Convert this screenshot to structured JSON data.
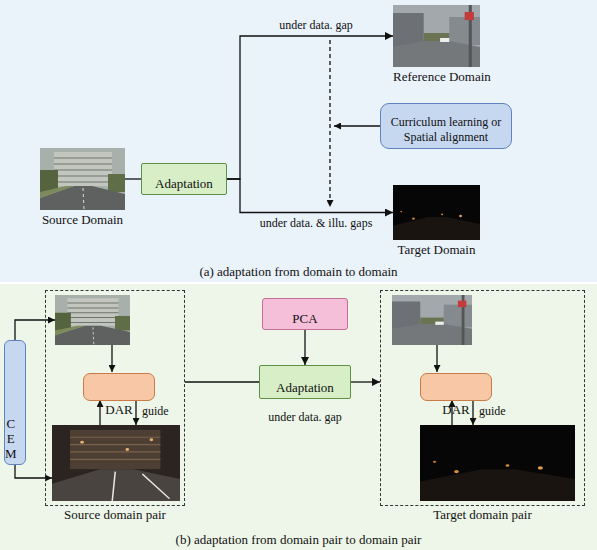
{
  "diagram": {
    "nodes": [
      {
        "text": [
          "(a) adaptation from domain to domain"
        ]
      },
      {
        "text": [
          "Source Domain"
        ],
        "in": 0
      },
      {
        "text": [
          "Adaptation"
        ],
        "in": 0
      },
      {
        "text": [
          "Reference Domain"
        ],
        "in": 0
      },
      {
        "text": [
          "Curriculum learning or Spatial alignment"
        ],
        "in": 0
      },
      {
        "text": [
          "Target Domain"
        ],
        "in": 0
      },
      {
        "text": [
          "(b) adaptation from domain pair to domain pair"
        ]
      },
      {
        "text": [
          "C E M"
        ],
        "in": 6
      },
      {
        "text": [
          "Source domain pair"
        ],
        "in": 6
      },
      {
        "text": [
          "DAR"
        ],
        "in": 8
      },
      {
        "text": [
          "PCA"
        ],
        "in": 6
      },
      {
        "text": [
          "Adaptation"
        ],
        "in": 6
      },
      {
        "text": [
          "Target domain pair"
        ],
        "in": 6
      },
      {
        "text": [
          "DAR"
        ],
        "in": 12
      }
    ],
    "edges": [
      {
        "from": 1,
        "to": 2,
        "arrow": "none"
      },
      {
        "from": 2,
        "to": 3,
        "label": "under data. gap",
        "arrow": "to"
      },
      {
        "from": 2,
        "to": 5,
        "label": "under data. & illu. gaps",
        "arrow": "to"
      },
      {
        "from": 10,
        "to": 11,
        "arrow": "to"
      },
      {
        "from": 8,
        "to": 11,
        "arrow": "none"
      },
      {
        "from": 11,
        "to": 12,
        "arrow": "to"
      }
    ],
    "labels": [
      "guide",
      "guide",
      "under data. gap"
    ]
  }
}
